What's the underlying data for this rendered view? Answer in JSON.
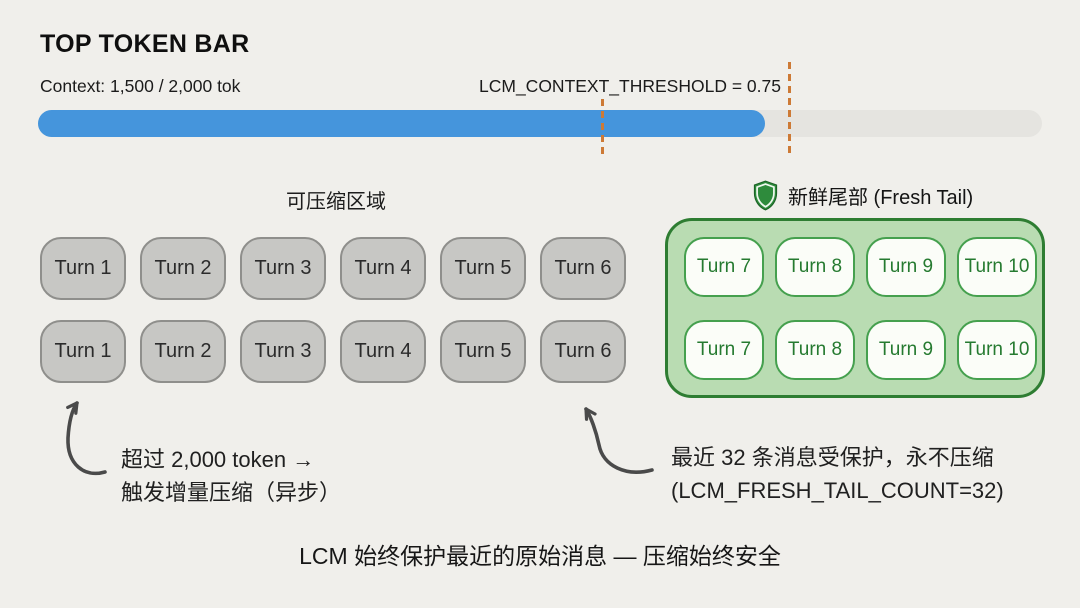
{
  "page": {
    "title": "TOP TOKEN BAR",
    "caption": "LCM 始终保护最近的原始消息 — 压缩始终安全"
  },
  "token_bar": {
    "context_label": "Context: 1,500 / 2,000 tok",
    "current_tokens": "1,500",
    "max_tokens": "2,000",
    "threshold_label": "LCM_CONTEXT_THRESHOLD = 0.75",
    "threshold_value": 0.75,
    "fill_color": "#4595dc",
    "track_color": "#e5e4e0",
    "marker_color": "#cd7a36"
  },
  "compressible": {
    "label": "可压缩区域",
    "rows": [
      [
        "Turn 1",
        "Turn 2",
        "Turn 3",
        "Turn 4",
        "Turn 5",
        "Turn 6"
      ],
      [
        "Turn 1",
        "Turn 2",
        "Turn 3",
        "Turn 4",
        "Turn 5",
        "Turn 6"
      ]
    ],
    "box_fill": "#c7c7c4",
    "box_border": "#8f8f8c"
  },
  "fresh_tail": {
    "label": "新鲜尾部 (Fresh Tail)",
    "icon": "shield-icon",
    "rows": [
      [
        "Turn 7",
        "Turn 8",
        "Turn 9",
        "Turn 10"
      ],
      [
        "Turn 7",
        "Turn 8",
        "Turn 9",
        "Turn 10"
      ]
    ],
    "container_fill": "#b9dcb2",
    "container_border": "#2e7d32",
    "box_fill": "#fbfdf8",
    "box_border": "#45a04e",
    "text_color": "#257a30",
    "shield_color": "#2e8b3c"
  },
  "annotations": {
    "left": {
      "line1": "超过 2,000 token →",
      "line2": "触发增量压缩（异步）"
    },
    "right": {
      "line1": "最近 32 条消息受保护，永不压缩",
      "line2": "(LCM_FRESH_TAIL_COUNT=32)"
    }
  }
}
